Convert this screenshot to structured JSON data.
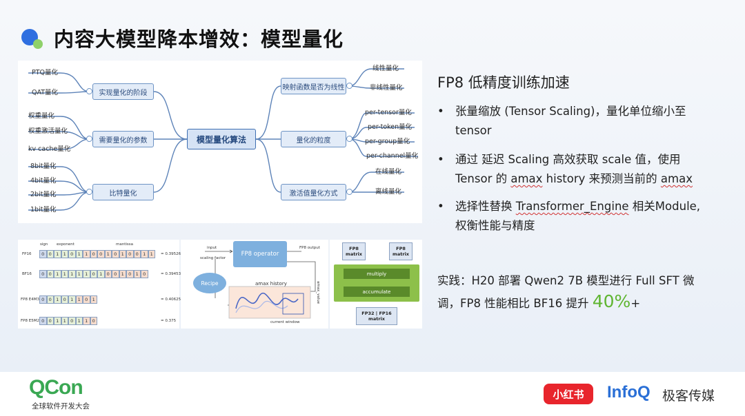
{
  "title": "内容大模型降本增效：模型量化",
  "mindmap": {
    "root": "模型量化算法",
    "left_nodes": [
      "实现量化的阶段",
      "需要量化的参数",
      "比特量化"
    ],
    "right_nodes": [
      "映射函数是否为线性",
      "量化的粒度",
      "激活值量化方式"
    ],
    "leaves_stage": [
      "PTQ量化",
      "QAT量化"
    ],
    "leaves_params": [
      "权重量化",
      "权重激活量化",
      "kv cache量化"
    ],
    "leaves_bits": [
      "8bit量化",
      "4bit量化",
      "2bit量化",
      "1bit量化"
    ],
    "leaves_linear": [
      "线性量化",
      "非线性量化"
    ],
    "leaves_gran": [
      "per-tensor量化",
      "per-token量化",
      "per-group量化",
      "per-channel量化"
    ],
    "leaves_act": [
      "在线量化",
      "离线量化"
    ]
  },
  "fig1": {
    "hdr_sign": "sign",
    "hdr_exp": "exponent",
    "hdr_man": "mantissa",
    "rows": [
      {
        "label": "FP16",
        "bits": [
          "0",
          "0",
          "1",
          "1",
          "0",
          "1",
          "1",
          "0",
          "0",
          "1",
          "0",
          "1",
          "0",
          "0",
          "1",
          "1"
        ],
        "value": "= 0.395264"
      },
      {
        "label": "BF16",
        "bits": [
          "0",
          "0",
          "1",
          "1",
          "1",
          "1",
          "1",
          "0",
          "1",
          "0",
          "0",
          "1",
          "0",
          "1",
          "0"
        ],
        "value": "= 0.394531"
      },
      {
        "label": "FP8 E4M3",
        "bits": [
          "0",
          "0",
          "1",
          "0",
          "1",
          "1",
          "0",
          "1"
        ],
        "value": "= 0.40625"
      },
      {
        "label": "FP8 E5M2",
        "bits": [
          "0",
          "0",
          "1",
          "1",
          "0",
          "1",
          "1",
          "0"
        ],
        "value": "= 0.375"
      }
    ]
  },
  "fig2": {
    "input": "input",
    "fp8_output": "FP8 output",
    "scaling_factor": "scaling factor",
    "operator": "FP8 operator",
    "recipe": "Recipe",
    "amax_history": "amax history",
    "amax_label": "amax_value",
    "current_window": "current window"
  },
  "fig3": {
    "fp8_a": "FP8\nmatrix",
    "fp8_b": "FP8\nmatrix",
    "multiply": "multiply",
    "accumulate": "accumulate",
    "out": "FP32 | FP16\nmatrix"
  },
  "right": {
    "heading": "FP8 低精度训练加速",
    "b1_a": "张量缩放 (Tensor Scaling)，量化单位缩小至",
    "b1_b": "tensor",
    "b2_a": "通过 延迟 Scaling 高效获取 scale 值，使用",
    "b2_b1": "Tensor 的 ",
    "b2_amax": "amax",
    "b2_b2": " history 来预测当前的 ",
    "b2_amax2": "amax",
    "b3_a1": "选择性替换 ",
    "b3_te": "Transformer_Engine",
    "b3_a2": " 相关Module,",
    "b3_b": "权衡性能与精度",
    "practice_a": "实践：H20 部署 Qwen2 7B 模型进行 Full SFT 微",
    "practice_b": "调，FP8 性能相比 BF16 提升 ",
    "practice_num": "40%",
    "practice_plus": "+"
  },
  "footer": {
    "qcon": "QCon",
    "qcon_sub": "全球软件开发大会",
    "xhs": "小红书",
    "infoq": "InfoQ",
    "jike": "极客传媒"
  },
  "colors": {
    "accent_blue": "#2f6fe0",
    "accent_green": "#5fb531",
    "node_fill": "#e3ecf8",
    "qcon_green": "#3aa853"
  }
}
